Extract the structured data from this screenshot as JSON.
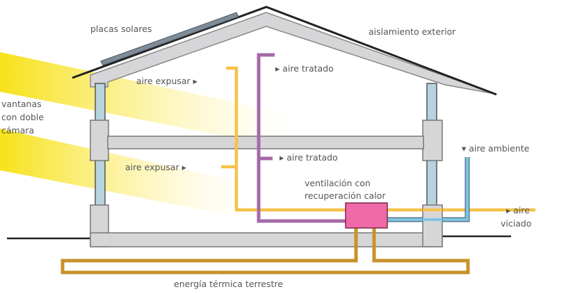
{
  "title": "Casa pasiva - esquema de ventilación",
  "labels": {
    "solar_panels": "placas solares",
    "insulation": "aislamiento exterior",
    "exhaust_top": "aire expusar ▸",
    "treated_top": "▸ aire tratado",
    "windows_1": "vantanas",
    "windows_2": "con doble",
    "windows_3": "cámara",
    "treated_mid": "▸ aire tratado",
    "exhaust_mid": "aire expusar ▸",
    "ambient": "▾ aire ambiente",
    "hrv_1": "ventilación con",
    "hrv_2": "recuperación calor",
    "stale_1": "▸ aire",
    "stale_2": "viciado",
    "geothermal": "energía térmica terrestre"
  },
  "colors": {
    "exhaust": "#f5c24a",
    "treated": "#a46aa8",
    "ambient": "#7fc4e8",
    "hrv_unit": "#ef6aa6",
    "geothermal": "#c8922a",
    "wall": "#d6d6d8",
    "sun": "#f7e21a"
  }
}
